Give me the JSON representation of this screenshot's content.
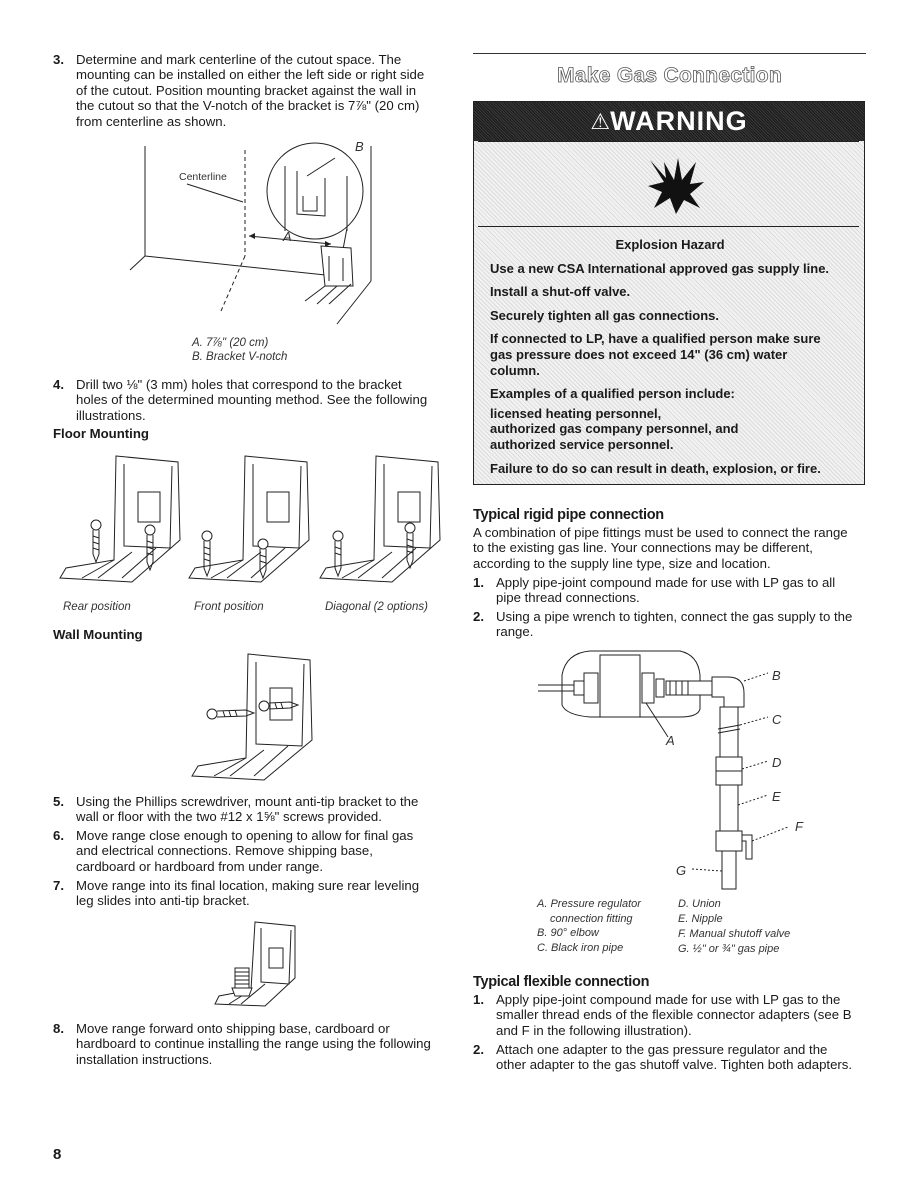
{
  "left": {
    "step3": {
      "num": "3.",
      "lines": [
        "Determine and mark centerline of the cutout space. The",
        "mounting can be installed on either the left side or right side",
        "of the cutout. Position mounting bracket against the wall in",
        "the cutout so that the V-notch of the bracket is 7⅞\" (20 cm)",
        "from centerline as shown."
      ]
    },
    "fig1": {
      "centerline": "Centerline",
      "label_a": "A",
      "label_b": "B",
      "cap_a": "A. 7⅞\" (20 cm)",
      "cap_b": "B. Bracket V-notch"
    },
    "step4": {
      "num": "4.",
      "lines": [
        "Drill two ⅛\" (3 mm) holes that correspond to the bracket",
        "holes of the determined mounting method. See the following",
        "illustrations."
      ]
    },
    "floor_mounting": "Floor Mounting",
    "floor_captions": [
      "Rear position",
      "Front position",
      "Diagonal (2 options)"
    ],
    "wall_mounting": "Wall Mounting",
    "step5": {
      "num": "5.",
      "lines": [
        "Using the Phillips screwdriver, mount anti-tip bracket to the",
        "wall or floor with the two #12 x 1⅝\" screws provided."
      ]
    },
    "step6": {
      "num": "6.",
      "lines": [
        "Move range close enough to opening to allow for final gas",
        "and electrical connections. Remove shipping base,",
        "cardboard or hardboard from under range."
      ]
    },
    "step7": {
      "num": "7.",
      "lines": [
        "Move range into its final location, making sure rear leveling",
        "leg slides into anti-tip bracket."
      ]
    },
    "step8": {
      "num": "8.",
      "lines": [
        "Move range forward onto shipping base, cardboard or",
        "hardboard to continue installing the range using the following",
        "installation instructions."
      ]
    },
    "page_number": "8"
  },
  "right": {
    "section_title": "Make Gas Connection",
    "warning": {
      "title": "WARNING",
      "hazard": "Explosion Hazard",
      "lines": [
        [
          "Use a new CSA International approved gas supply line."
        ],
        [
          "Install a shut-off valve."
        ],
        [
          "Securely tighten all gas connections."
        ],
        [
          "If connected to LP, have a qualified person make sure",
          "gas pressure does not exceed 14\" (36 cm) water",
          "column."
        ],
        [
          "Examples of a qualified person include:"
        ],
        [
          "licensed heating personnel,",
          "authorized gas company personnel, and",
          "authorized service personnel."
        ],
        [
          "Failure to do so can result in death, explosion, or fire."
        ]
      ]
    },
    "rigid": {
      "title": "Typical rigid pipe connection",
      "intro": [
        "A combination of pipe fittings must be used to connect the range",
        "to the existing gas line. Your connections may be different,",
        "according to the supply line type, size and location."
      ],
      "step1": {
        "num": "1.",
        "lines": [
          "Apply pipe-joint compound made for use with LP gas to all",
          "pipe thread connections."
        ]
      },
      "step2": {
        "num": "2.",
        "lines": [
          "Using a pipe wrench to tighten, connect the gas supply to the",
          "range."
        ]
      },
      "labels": {
        "a": "A",
        "b": "B",
        "c": "C",
        "d": "D",
        "e": "E",
        "f": "F",
        "g": "G"
      },
      "captions_left": [
        "A. Pressure regulator",
        "connection fitting",
        "B. 90° elbow",
        "C. Black iron pipe"
      ],
      "captions_right": [
        "D. Union",
        "E. Nipple",
        "F. Manual shutoff valve",
        "G. ½\" or ¾\" gas pipe"
      ]
    },
    "flexible": {
      "title": "Typical flexible connection",
      "step1": {
        "num": "1.",
        "lines": [
          "Apply pipe-joint compound made for use with LP gas to the",
          "smaller thread ends of the flexible connector adapters (see B",
          "and F in the following illustration)."
        ]
      },
      "step2": {
        "num": "2.",
        "lines": [
          "Attach one adapter to the gas pressure regulator and the",
          "other adapter to the gas shutoff valve. Tighten both adapters."
        ]
      }
    }
  }
}
